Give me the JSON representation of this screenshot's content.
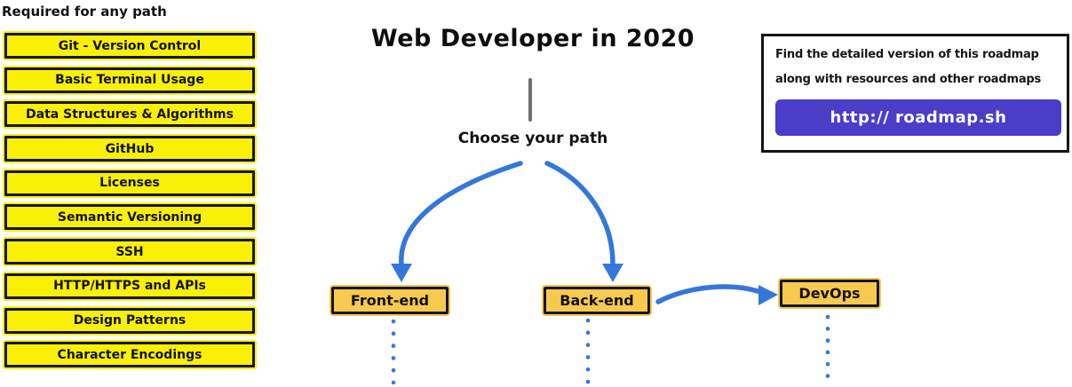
{
  "colors": {
    "yellow": "#FAF005",
    "amber": "#F7C94F",
    "blue": "#3377DB",
    "indigo": "#4A3DC8",
    "gray_line": "#6E6E6E",
    "border": "#151515"
  },
  "header": {
    "title": "Web Developer in 2020",
    "choose_path_label": "Choose your path"
  },
  "required_section": {
    "heading": "Required for any path",
    "items": [
      "Git - Version Control",
      "Basic Terminal Usage",
      "Data Structures & Algorithms",
      "GitHub",
      "Licenses",
      "Semantic Versioning",
      "SSH",
      "HTTP/HTTPS and APIs",
      "Design Patterns",
      "Character Encodings"
    ]
  },
  "path_nodes": [
    {
      "label": "Front-end"
    },
    {
      "label": "Back-end"
    },
    {
      "label": "DevOps"
    }
  ],
  "info_box": {
    "line1": "Find the detailed version of this roadmap",
    "line2": "along with resources and other roadmaps",
    "button_label": "http:// roadmap.sh"
  }
}
